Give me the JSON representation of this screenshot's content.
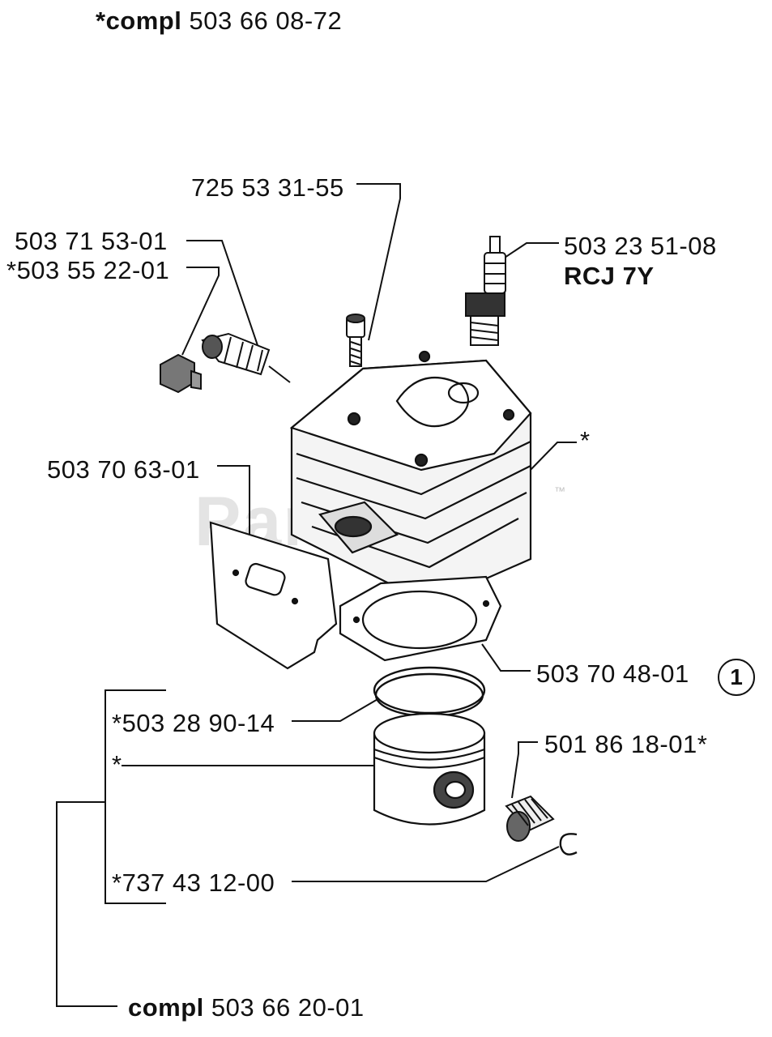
{
  "header": {
    "prefix": "*compl",
    "number": "503 66 08-72"
  },
  "watermark": {
    "text": "PartsTree",
    "trademark": "™"
  },
  "parts": {
    "bolt": "725 53 31-55",
    "valve": "503 71 53-01",
    "plug": "*503 55 22-01",
    "spark_plug": "503 23 51-08",
    "spark_plug_type": "RCJ 7Y",
    "cylinder": "*",
    "muffler_gasket": "503 70 63-01",
    "base_gasket": "503 70 48-01",
    "base_gasket_note": "1",
    "piston_ring": "*503 28 90-14",
    "piston": "*",
    "needle_bearing": "501 86 18-01*",
    "circlip": "*737 43 12-00"
  },
  "footer": {
    "prefix": "compl",
    "number": "503 66 20-01"
  }
}
